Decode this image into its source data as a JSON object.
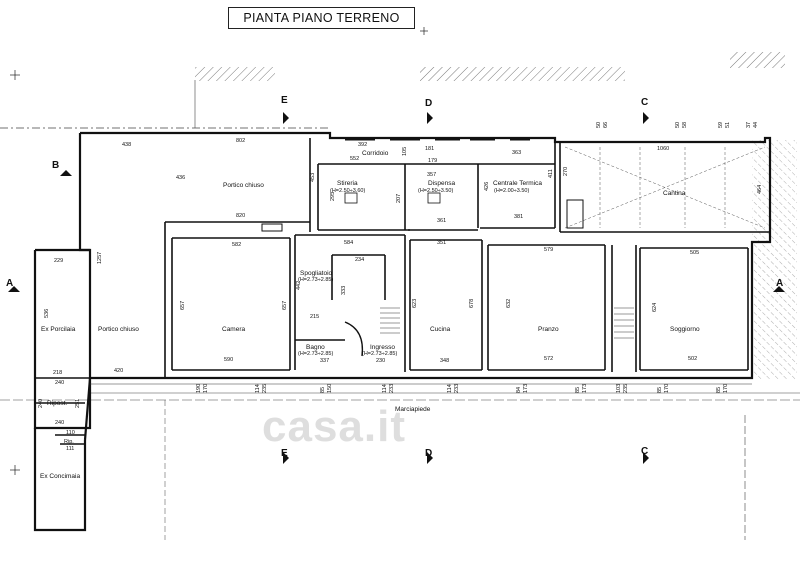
{
  "title": "PIANTA PIANO TERRENO",
  "watermark": "casa.it",
  "rooms": {
    "portico_top": "Portico chiuso",
    "corridoio": "Corridoio",
    "stireria": "Stireria",
    "stireria_h": "(H=2.50÷3.60)",
    "dispensa": "Dispensa",
    "dispensa_h": "(H=2.50÷3.50)",
    "centrale": "Centrale Termica",
    "centrale_h": "(H=2.00÷3.50)",
    "cantina": "Cantina",
    "ex_porcilaia": "Ex Porcilaia",
    "portico_left": "Portico chiuso",
    "camera": "Camera",
    "spogliatoio": "Spogliatoio",
    "spogliatoio_h": "(H=2.73÷2.85)",
    "bagno": "Bagno",
    "bagno_h": "(H=2.73÷2.85)",
    "ingresso": "Ingresso",
    "ingresso_h": "(H=2.73÷2.85)",
    "cucina": "Cucina",
    "pranzo": "Pranzo",
    "soggiorno": "Soggiorno",
    "ripost": "Ripost.",
    "ripost2": "Rip.",
    "ex_concimaia": "Ex Concimaia",
    "marciapiede": "Marciapiede"
  },
  "axes": {
    "A": "A",
    "B": "B",
    "C": "C",
    "D": "D",
    "E": "E"
  },
  "dims": {
    "d438": "438",
    "d802": "802",
    "d436": "436",
    "d820": "820",
    "d392": "392",
    "d552": "552",
    "d181": "181",
    "d105": "105",
    "d363": "363",
    "d179": "179",
    "d357": "357",
    "d453": "453",
    "d295": "295",
    "d207": "207",
    "d426": "426",
    "d411": "411",
    "d270": "270",
    "d381": "381",
    "d361": "361",
    "d1060": "1060",
    "d464": "464",
    "d50a": "50",
    "d50b": "50",
    "d50c": "50",
    "d59": "59",
    "d51": "51",
    "d37": "37",
    "d44": "44",
    "d66": "66",
    "d58": "58",
    "d582": "582",
    "d584": "584",
    "d351": "351",
    "d579": "579",
    "d505": "505",
    "d234": "234",
    "d333": "333",
    "d442": "442",
    "d657a": "657",
    "d657b": "657",
    "d215": "215",
    "d623": "623",
    "d678": "678",
    "d632": "632",
    "d624": "624",
    "d590": "590",
    "d337": "337",
    "d230": "230",
    "d348": "348",
    "d572": "572",
    "d502": "502",
    "d229": "229",
    "d1257": "1257",
    "d536": "536",
    "d218": "218",
    "d420": "420",
    "d240a": "240",
    "d240b": "240",
    "d251": "251",
    "d110": "110",
    "d111": "111",
    "b190": "190",
    "b170a": "170",
    "b114a": "114",
    "b235": "235",
    "b85a": "85",
    "b150": "150",
    "b114b": "114",
    "b233a": "233",
    "b114c": "114",
    "b233b": "233",
    "b84": "84",
    "b173a": "173",
    "b85b": "85",
    "b173b": "173",
    "b103": "103",
    "b235b": "235",
    "b85c": "85",
    "b170b": "170",
    "b85d": "85",
    "b170c": "170"
  }
}
